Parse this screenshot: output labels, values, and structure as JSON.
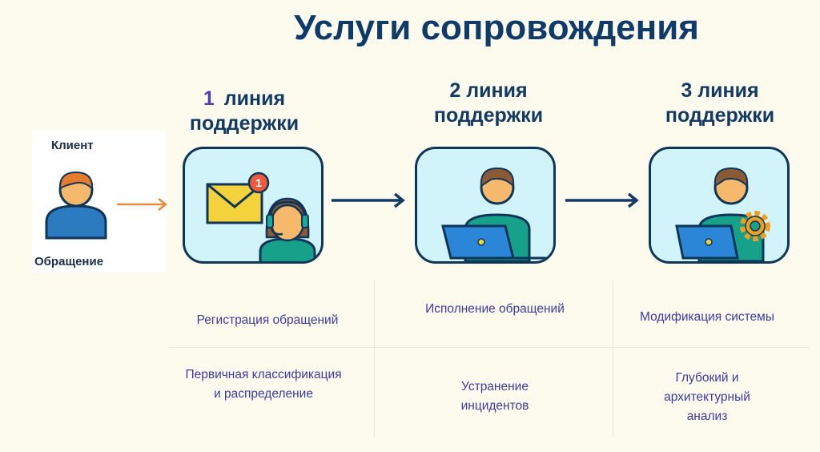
{
  "title": "Услуги сопровождения",
  "client": {
    "label": "Клиент",
    "request": "Обращение"
  },
  "lines": [
    {
      "number": "1",
      "label": "линия",
      "label2": "поддержки",
      "badge": "1",
      "tasks": [
        "Регистрация обращений",
        "Первичная классификация и распределение"
      ]
    },
    {
      "number": "2",
      "label": "линия",
      "label2": "поддержки",
      "tasks": [
        "Исполнение обращений",
        "Устранение инцидентов"
      ]
    },
    {
      "number": "3",
      "label": "линия",
      "label2": "поддержки",
      "tasks": [
        "Модификация системы",
        "Глубокий и архитектурный анализ"
      ]
    }
  ],
  "colors": {
    "title": "#0f3b6b",
    "task_text": "#3b3aa5",
    "box_fill": "#d1f4fb",
    "arrow_orange": "#e98a3a",
    "arrow_dark": "#123a63"
  }
}
